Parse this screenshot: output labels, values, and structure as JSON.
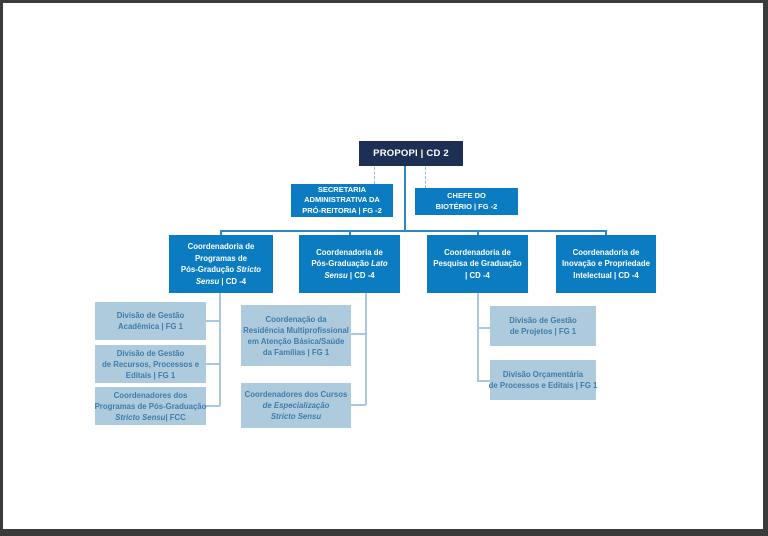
{
  "palette": {
    "frame": "#3b3b3b",
    "background": "#ffffff",
    "level1_fill": "#1e2f55",
    "level2_3_fill": "#0b7cc2",
    "level4_fill": "#aecbdd",
    "level4_text": "#3f7caa",
    "text_on_blue": "#ffffff",
    "connector_solid": "#2f86c6",
    "connector_dashed": "#8fbfe8",
    "connector_light": "#a9c7e2"
  },
  "org": {
    "nodes": [
      {
        "id": "propopi",
        "level": 1,
        "parent": null,
        "link_style": null,
        "label": "PROPOPI | CD 2",
        "lines": [
          [
            {
              "t": "PROPOPI | CD 2"
            }
          ]
        ]
      },
      {
        "id": "secretaria",
        "level": 2,
        "parent": "propopi",
        "link_style": "dashed",
        "label": "SECRETARIA ADMINISTRATIVA DA PRÓ-REITORIA | FG -2",
        "lines": [
          [
            {
              "t": "SECRETARIA"
            }
          ],
          [
            {
              "t": "ADMINISTRATIVA DA"
            }
          ],
          [
            {
              "t": "PRÓ-REITORIA | FG -2"
            }
          ]
        ]
      },
      {
        "id": "chefe-bioterio",
        "level": 2,
        "parent": "propopi",
        "link_style": "dashed",
        "label": "CHEFE DO BIOTÉRIO | FG -2",
        "lines": [
          [
            {
              "t": "CHEFE DO"
            }
          ],
          [
            {
              "t": "BIOTÉRIO | FG -2"
            }
          ]
        ]
      },
      {
        "id": "coord-programas-stricto",
        "level": 3,
        "parent": "propopi",
        "link_style": "solid",
        "label": "Coordenadoria de Programas de Pós-Gradução Stricto Sensu | CD -4",
        "lines": [
          [
            {
              "t": "Coordenadoria de"
            }
          ],
          [
            {
              "t": "Programas de"
            }
          ],
          [
            {
              "t": "Pós-Gradução "
            },
            {
              "t": "Stricto",
              "i": true
            }
          ],
          [
            {
              "t": "Sensu",
              "i": true
            },
            {
              "t": " | CD -4"
            }
          ]
        ]
      },
      {
        "id": "coord-lato-sensu",
        "level": 3,
        "parent": "propopi",
        "link_style": "solid",
        "label": "Coordenadoria de Pós-Graduação Lato Sensu | CD -4",
        "lines": [
          [
            {
              "t": "Coordenadoria de"
            }
          ],
          [
            {
              "t": "Pós-Graduação "
            },
            {
              "t": "Lato",
              "i": true
            }
          ],
          [
            {
              "t": "Sensu",
              "i": true
            },
            {
              "t": " | CD -4"
            }
          ]
        ]
      },
      {
        "id": "coord-pesquisa",
        "level": 3,
        "parent": "propopi",
        "link_style": "solid",
        "label": "Coordenadoria de Pesquisa de Graduação | CD -4",
        "lines": [
          [
            {
              "t": "Coordenadoria de"
            }
          ],
          [
            {
              "t": "Pesquisa de Graduação"
            }
          ],
          [
            {
              "t": "| CD -4"
            }
          ]
        ]
      },
      {
        "id": "coord-inovacao",
        "level": 3,
        "parent": "propopi",
        "link_style": "solid",
        "label": "Coordenadoria de Inovação e Propriedade Intelectual | CD -4",
        "lines": [
          [
            {
              "t": "Coordenadoria de"
            }
          ],
          [
            {
              "t": "Inovação e Propriedade"
            }
          ],
          [
            {
              "t": "Intelectual | CD -4"
            }
          ]
        ]
      },
      {
        "id": "div-gestao-academica",
        "level": 4,
        "parent": "coord-programas-stricto",
        "link_style": "light",
        "label": "Divisão de Gestão Acadêmica | FG 1",
        "lines": [
          [
            {
              "t": "Divisão de Gestão"
            }
          ],
          [
            {
              "t": "Acadêmica | FG 1"
            }
          ]
        ]
      },
      {
        "id": "div-gestao-recursos",
        "level": 4,
        "parent": "coord-programas-stricto",
        "link_style": "light",
        "label": "Divisão de Gestão de Recursos, Processos e Editais | FG 1",
        "lines": [
          [
            {
              "t": "Divisão de Gestão"
            }
          ],
          [
            {
              "t": "de Recursos, Processos e"
            }
          ],
          [
            {
              "t": "Editais | FG 1"
            }
          ]
        ]
      },
      {
        "id": "coordenadores-programas-fcc",
        "level": 4,
        "parent": "coord-programas-stricto",
        "link_style": "light",
        "label": "Coordenadores dos Programas de Pós-Graduação Stricto Sensu| FCC",
        "lines": [
          [
            {
              "t": "Coordenadores dos"
            }
          ],
          [
            {
              "t": "Programas de Pós-Graduação"
            }
          ],
          [
            {
              "t": "Stricto Sensu",
              "i": true
            },
            {
              "t": "| FCC"
            }
          ]
        ]
      },
      {
        "id": "coord-residencia",
        "level": 4,
        "parent": "coord-lato-sensu",
        "link_style": "light",
        "label": "Coordenação da Residência Multiprofissional em Atenção Básica/Saúde da Famílias | FG 1",
        "lines": [
          [
            {
              "t": "Coordenação da"
            }
          ],
          [
            {
              "t": "Residência Multiprofissional"
            }
          ],
          [
            {
              "t": "em Atenção Básica/Saúde"
            }
          ],
          [
            {
              "t": "da Famílias | FG 1"
            }
          ]
        ]
      },
      {
        "id": "coordenadores-cursos",
        "level": 4,
        "parent": "coord-lato-sensu",
        "link_style": "light",
        "label": "Coordenadores dos Cursos de Especialização Stricto Sensu",
        "lines": [
          [
            {
              "t": "Coordenadores dos Cursos"
            }
          ],
          [
            {
              "t": "de Especialização",
              "i": true
            }
          ],
          [
            {
              "t": "Stricto Sensu",
              "i": true
            }
          ]
        ]
      },
      {
        "id": "div-gestao-projetos",
        "level": 4,
        "parent": "coord-pesquisa",
        "link_style": "light",
        "label": "Divisão de Gestão de Projetos | FG 1",
        "lines": [
          [
            {
              "t": "Divisão de Gestão"
            }
          ],
          [
            {
              "t": "de Projetos | FG 1"
            }
          ]
        ]
      },
      {
        "id": "div-orcamentaria",
        "level": 4,
        "parent": "coord-pesquisa",
        "link_style": "light",
        "label": "Divisão Orçamentária de Processos e Editais | FG 1",
        "lines": [
          [
            {
              "t": "Divisão Orçamentária"
            }
          ],
          [
            {
              "t": "de Processos e Editais | FG 1"
            }
          ]
        ]
      }
    ]
  }
}
